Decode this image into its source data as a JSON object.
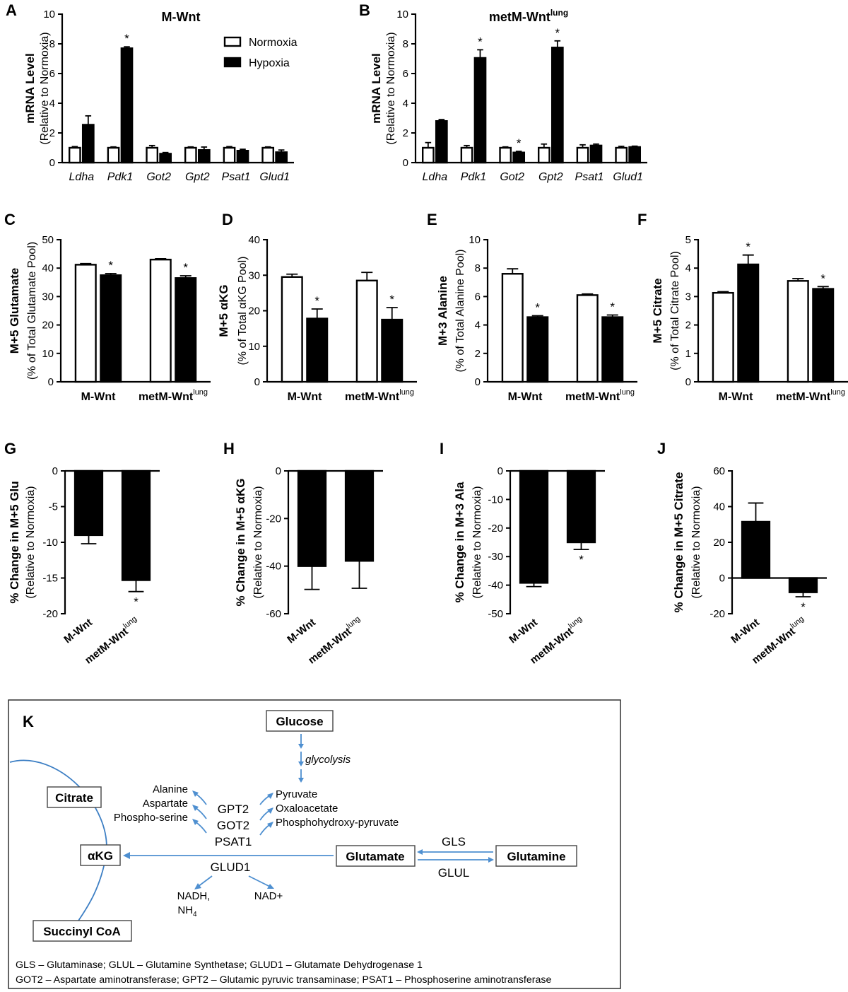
{
  "chart_data": [
    {
      "panel": "A",
      "type": "bar",
      "title": "M-Wnt",
      "ylabel": "mRNA Level",
      "ylabel2": "(Relative to Normoxia)",
      "ylim": [
        0,
        10
      ],
      "yticks": [
        "0",
        "2",
        "4",
        "6",
        "8",
        "10"
      ],
      "categories": [
        "Ldha",
        "Pdk1",
        "Got2",
        "Gpt2",
        "Psat1",
        "Glud1"
      ],
      "italic_categories": true,
      "legend": [
        "Normoxia",
        "Hypoxia"
      ],
      "legend_position": "top-right",
      "series": [
        {
          "name": "Normoxia",
          "values": [
            1.0,
            1.0,
            1.0,
            1.0,
            1.0,
            1.0
          ],
          "err": [
            0.08,
            0.06,
            0.15,
            0.06,
            0.08,
            0.06
          ]
        },
        {
          "name": "Hypoxia",
          "values": [
            2.55,
            7.7,
            0.6,
            0.85,
            0.8,
            0.7
          ],
          "err": [
            0.6,
            0.1,
            0.08,
            0.2,
            0.1,
            0.15
          ],
          "sig": [
            false,
            true,
            false,
            false,
            false,
            false
          ]
        }
      ]
    },
    {
      "panel": "B",
      "type": "bar",
      "title": "metM-Wnt",
      "title_sup": "lung",
      "ylabel": "mRNA Level",
      "ylabel2": "(Relative to Normoxia)",
      "ylim": [
        0,
        10
      ],
      "yticks": [
        "0",
        "2",
        "4",
        "6",
        "8",
        "10"
      ],
      "categories": [
        "Ldha",
        "Pdk1",
        "Got2",
        "Gpt2",
        "Psat1",
        "Glud1"
      ],
      "italic_categories": true,
      "series": [
        {
          "name": "Normoxia",
          "values": [
            1.0,
            1.0,
            1.0,
            1.0,
            1.0,
            1.0
          ],
          "err": [
            0.35,
            0.15,
            0.06,
            0.25,
            0.2,
            0.1
          ]
        },
        {
          "name": "Hypoxia",
          "values": [
            2.8,
            7.05,
            0.68,
            7.75,
            1.15,
            1.05
          ],
          "err": [
            0.1,
            0.55,
            0.08,
            0.45,
            0.1,
            0.06
          ],
          "sig": [
            false,
            true,
            true,
            true,
            false,
            false
          ]
        }
      ]
    },
    {
      "panel": "C",
      "type": "bar",
      "ylabel": "M+5 Glutamate",
      "ylabel2": "(% of Total Glutamate Pool)",
      "ylim": [
        0,
        50
      ],
      "yticks": [
        "0",
        "10",
        "20",
        "30",
        "40",
        "50"
      ],
      "categories": [
        "M-Wnt",
        "metM-Wnt"
      ],
      "category_sups": [
        "",
        "lung"
      ],
      "series": [
        {
          "name": "Normoxia",
          "values": [
            41.2,
            43.0
          ],
          "err": [
            0.4,
            0.3
          ]
        },
        {
          "name": "Hypoxia",
          "values": [
            37.5,
            36.5
          ],
          "err": [
            0.6,
            0.8
          ],
          "sig": [
            true,
            true
          ]
        }
      ]
    },
    {
      "panel": "D",
      "type": "bar",
      "ylabel": "M+5 αKG",
      "ylabel2": "(% of Total αKG Pool)",
      "ylim": [
        0,
        40
      ],
      "yticks": [
        "0",
        "10",
        "20",
        "30",
        "40"
      ],
      "categories": [
        "M-Wnt",
        "metM-Wnt"
      ],
      "category_sups": [
        "",
        "lung"
      ],
      "series": [
        {
          "name": "Normoxia",
          "values": [
            29.5,
            28.5
          ],
          "err": [
            0.8,
            2.3
          ]
        },
        {
          "name": "Hypoxia",
          "values": [
            17.8,
            17.5
          ],
          "err": [
            2.7,
            3.4
          ],
          "sig": [
            true,
            true
          ]
        }
      ]
    },
    {
      "panel": "E",
      "type": "bar",
      "ylabel": "M+3 Alanine",
      "ylabel2": "(% of Total Alanine Pool)",
      "ylim": [
        0,
        10
      ],
      "yticks": [
        "0",
        "2",
        "4",
        "6",
        "8",
        "10"
      ],
      "categories": [
        "M-Wnt",
        "metM-Wnt"
      ],
      "category_sups": [
        "",
        "lung"
      ],
      "series": [
        {
          "name": "Normoxia",
          "values": [
            7.6,
            6.1
          ],
          "err": [
            0.35,
            0.08
          ]
        },
        {
          "name": "Hypoxia",
          "values": [
            4.55,
            4.55
          ],
          "err": [
            0.1,
            0.15
          ],
          "sig": [
            true,
            true
          ]
        }
      ]
    },
    {
      "panel": "F",
      "type": "bar",
      "ylabel": "M+5 Citrate",
      "ylabel2": "(% of Total Citrate Pool)",
      "ylim": [
        0,
        5
      ],
      "yticks": [
        "0",
        "1",
        "2",
        "3",
        "4",
        "5"
      ],
      "categories": [
        "M-Wnt",
        "metM-Wnt"
      ],
      "category_sups": [
        "",
        "lung"
      ],
      "series": [
        {
          "name": "Normoxia",
          "values": [
            3.13,
            3.55
          ],
          "err": [
            0.04,
            0.08
          ]
        },
        {
          "name": "Hypoxia",
          "values": [
            4.13,
            3.27
          ],
          "err": [
            0.33,
            0.08
          ],
          "sig": [
            true,
            true
          ]
        }
      ]
    },
    {
      "panel": "G",
      "type": "bar",
      "ylabel": "% Change in M+5 Glu",
      "ylabel2": "(Relative to Normoxia)",
      "ylim": [
        -20,
        0
      ],
      "yticks": [
        "-20",
        "-15",
        "-10",
        "-5",
        "0"
      ],
      "categories": [
        "M-Wnt",
        "metM-Wnt"
      ],
      "category_sups": [
        "",
        "lung"
      ],
      "series": [
        {
          "values": [
            -9.0,
            -15.3
          ],
          "err": [
            1.2,
            1.6
          ],
          "sig": [
            false,
            true
          ]
        }
      ]
    },
    {
      "panel": "H",
      "type": "bar",
      "ylabel": "% Change in M+5 αKG",
      "ylabel2": "(Relative to Normoxia)",
      "ylim": [
        -60,
        0
      ],
      "yticks": [
        "-60",
        "-40",
        "-20",
        "0"
      ],
      "categories": [
        "M-Wnt",
        "metM-Wnt"
      ],
      "category_sups": [
        "",
        "lung"
      ],
      "series": [
        {
          "values": [
            -40.0,
            -37.8
          ],
          "err": [
            9.8,
            11.5
          ],
          "sig": [
            false,
            false
          ]
        }
      ]
    },
    {
      "panel": "I",
      "type": "bar",
      "ylabel": "% Change in M+3 Ala",
      "ylabel2": "(Relative to Normoxia)",
      "ylim": [
        -50,
        0
      ],
      "yticks": [
        "-50",
        "-40",
        "-30",
        "-20",
        "-10",
        "0"
      ],
      "categories": [
        "M-Wnt",
        "metM-Wnt"
      ],
      "category_sups": [
        "",
        "lung"
      ],
      "series": [
        {
          "values": [
            -39.2,
            -25.0
          ],
          "err": [
            1.3,
            2.5
          ],
          "sig": [
            false,
            true
          ]
        }
      ]
    },
    {
      "panel": "J",
      "type": "bar",
      "ylabel": "% Change in M+5 Citrate",
      "ylabel2": "(Relative to Normoxia)",
      "ylim": [
        -20,
        60
      ],
      "yticks": [
        "-20",
        "0",
        "20",
        "40",
        "60"
      ],
      "categories": [
        "M-Wnt",
        "metM-Wnt"
      ],
      "category_sups": [
        "",
        "lung"
      ],
      "series": [
        {
          "values": [
            31.5,
            -8.0
          ],
          "err": [
            10.5,
            2.5
          ],
          "sig": [
            false,
            true
          ]
        }
      ]
    }
  ],
  "diagram": {
    "panel_label": "K",
    "boxes": {
      "glucose": "Glucose",
      "citrate": "Citrate",
      "akg": "αKG",
      "glutamate": "Glutamate",
      "glutamine": "Glutamine",
      "succinyl": "Succinyl CoA"
    },
    "glycolysis": "glycolysis",
    "left_products": [
      "Alanine",
      "Aspartate",
      "Phospho-serine"
    ],
    "enzymes": [
      "GPT2",
      "GOT2",
      "PSAT1"
    ],
    "right_products": [
      "Pyruvate",
      "Oxaloacetate",
      "Phosphohydroxy-pyruvate"
    ],
    "gls": "GLS",
    "glul": "GLUL",
    "glud1": "GLUD1",
    "nadh": "NADH,",
    "nh4_base": "NH",
    "nh4_sub": "4",
    "nad": "NAD+",
    "footnote1": "GLS – Glutaminase; GLUL – Glutamine Synthetase; GLUD1 – Glutamate Dehydrogenase 1",
    "footnote2": "GOT2 – Aspartate aminotransferase; GPT2 – Glutamic pyruvic transaminase; PSAT1 – Phosphoserine aminotransferase"
  }
}
